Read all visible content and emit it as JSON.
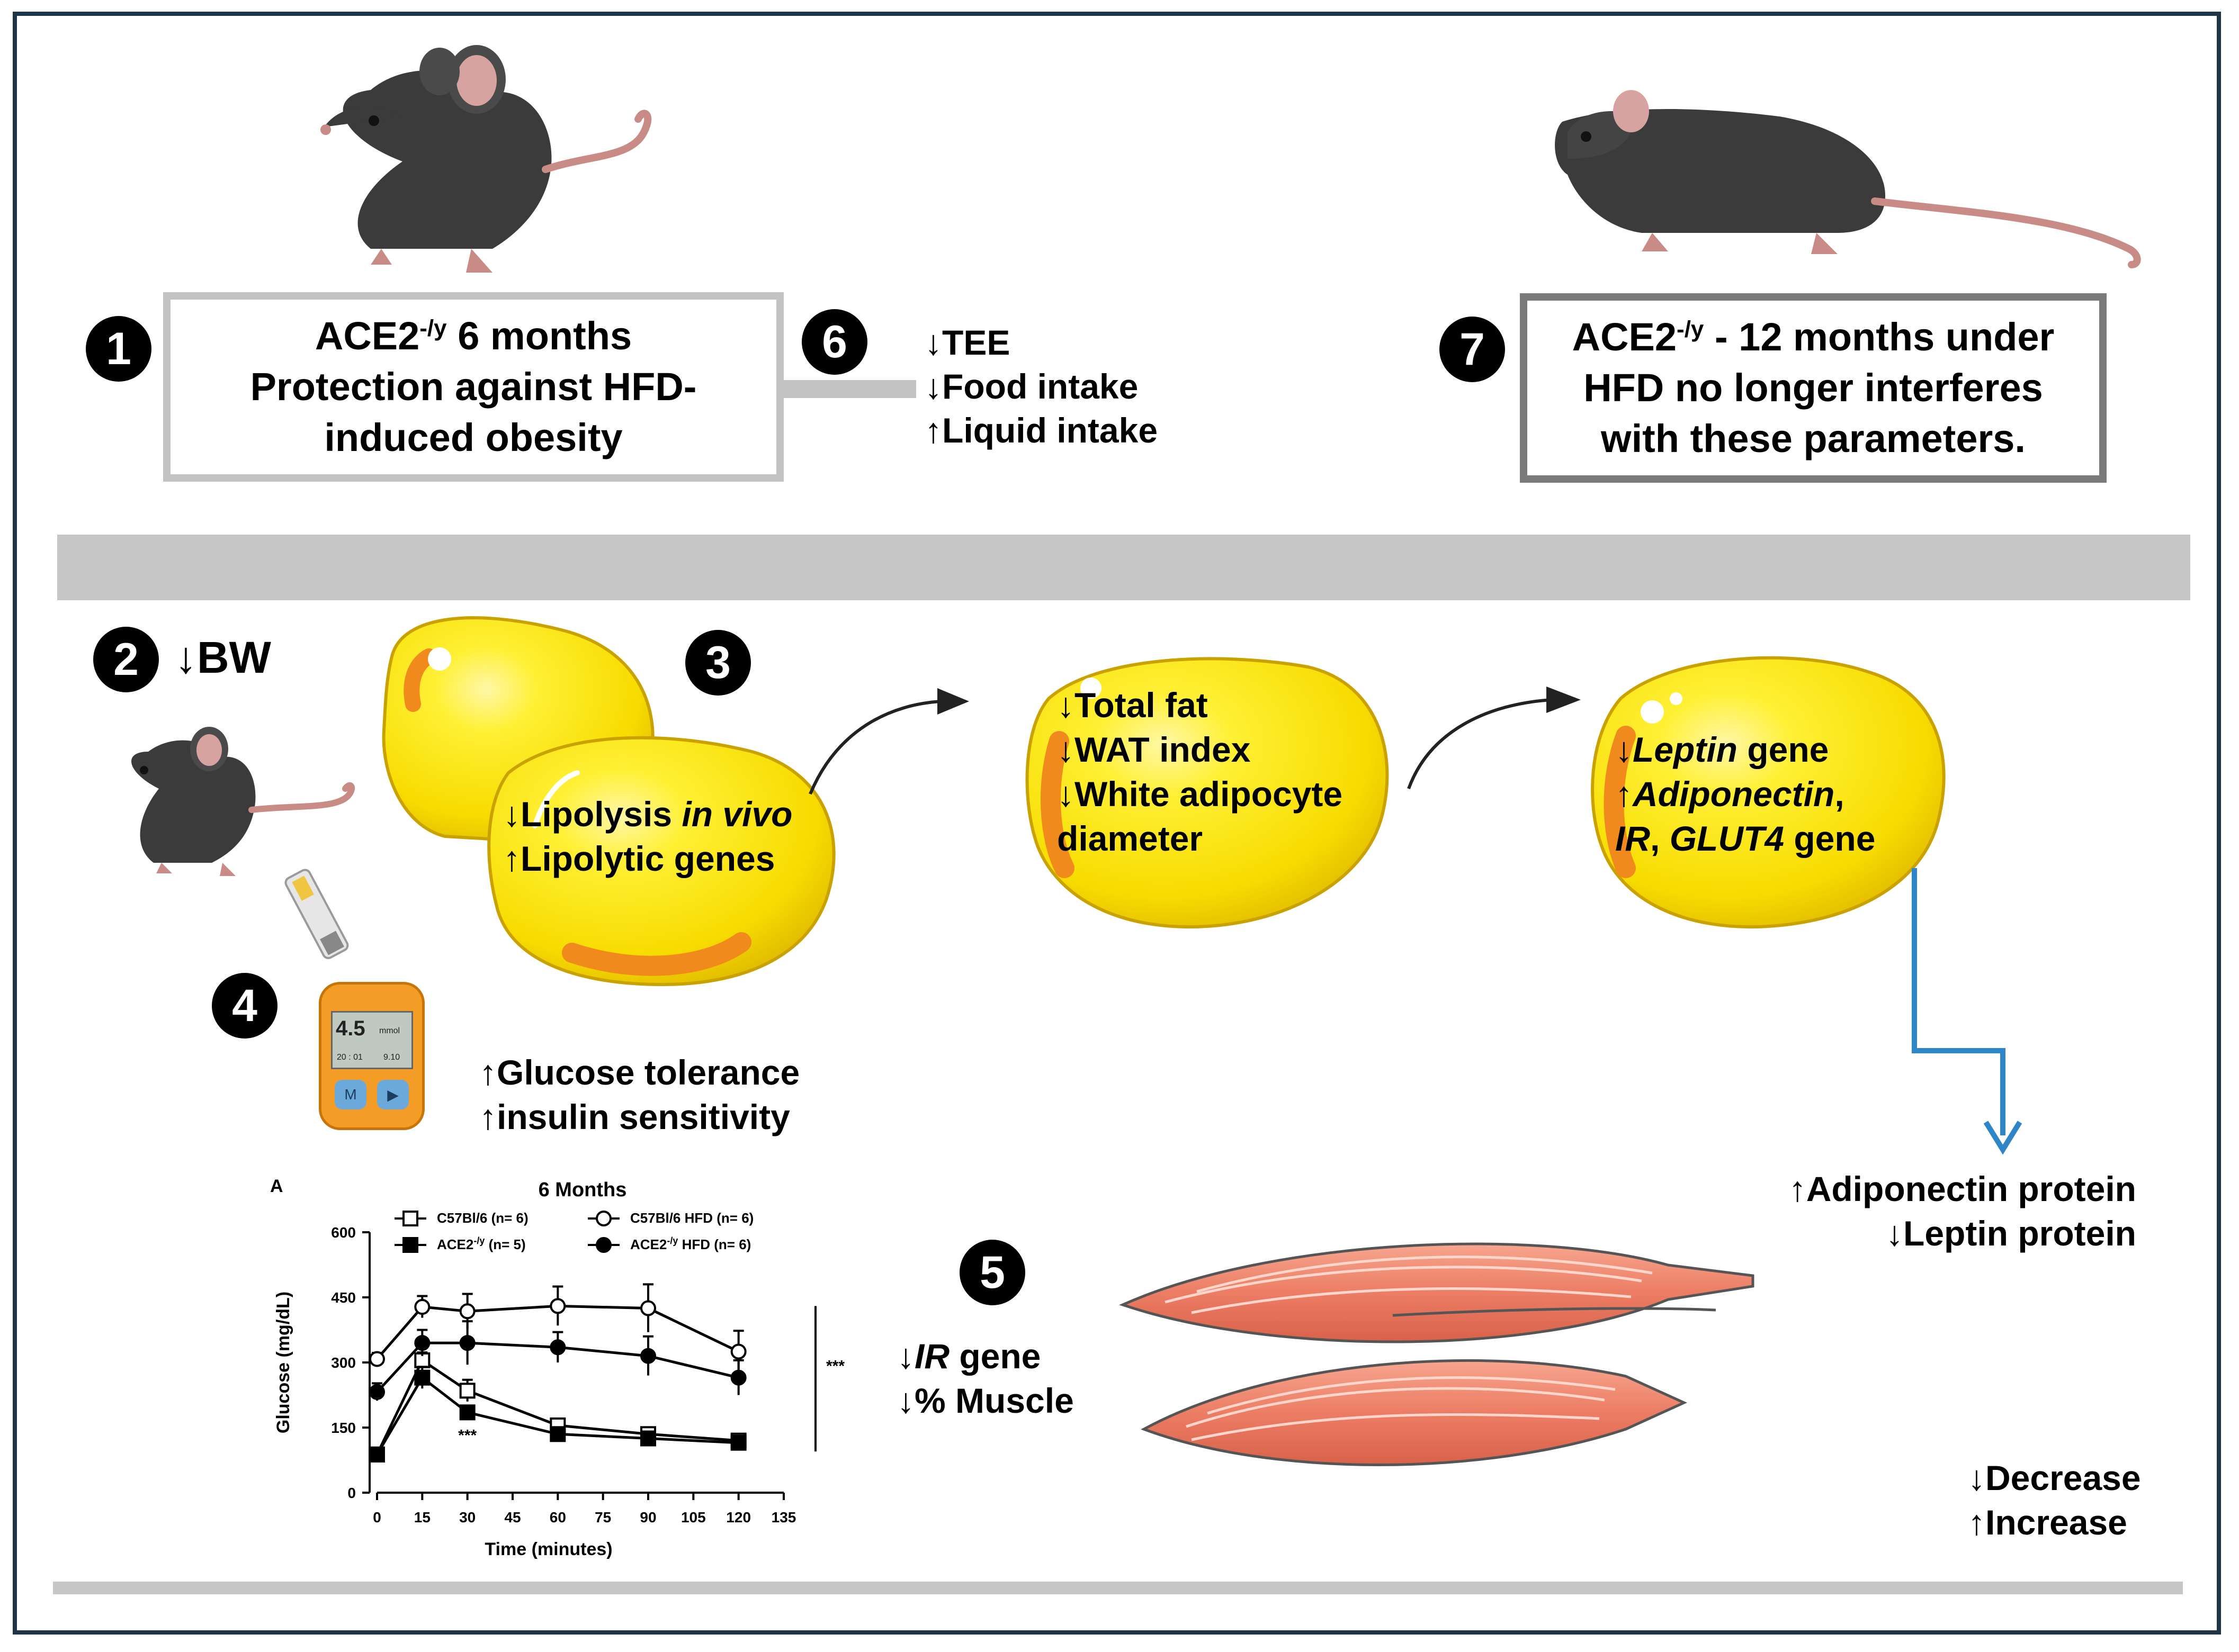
{
  "markers": {
    "m1": "1",
    "m2": "2",
    "m3": "3",
    "m4": "4",
    "m5": "5",
    "m6": "6",
    "m7": "7"
  },
  "box1": {
    "line1_pre": "ACE2",
    "line1_sup": "-/y",
    "line1_post": " 6 months",
    "line2": "Protection against HFD-",
    "line3": "induced obesity"
  },
  "box7": {
    "line1_pre": "ACE2",
    "line1_sup": "-/y",
    "line1_post": " - 12 months under",
    "line2": "HFD no longer interferes",
    "line3": "with these parameters."
  },
  "effects6": [
    "↓TEE",
    "↓Food intake",
    "↑Liquid intake"
  ],
  "bw": "↓BW",
  "cell1": {
    "line1_pre": "↓Lipolysis ",
    "line1_em": "in vivo",
    "line2": "↑Lipolytic genes"
  },
  "cell2": [
    "↓Total fat",
    "↓WAT index",
    "↓White adipocyte",
    "diameter"
  ],
  "cell3": {
    "l1_arrow": "↓",
    "l1_em": "Leptin",
    "l1_post": " gene",
    "l2_arrow": "↑",
    "l2_em": "Adiponectin",
    "l2_post": ",",
    "l3_em1": "IR",
    "l3_mid": ", ",
    "l3_em2": "GLUT4",
    "l3_post": " gene"
  },
  "glucose": [
    "↑Glucose tolerance",
    "↑insulin sensitivity"
  ],
  "meter": {
    "reading": "4.5",
    "unit": "mmol",
    "time": "20 : 01",
    "date": "9.10",
    "btn_m": "M",
    "btn_play": "▶"
  },
  "protein": [
    "↑Adiponectin protein",
    "↓Leptin protein"
  ],
  "muscle": {
    "l1_arrow": "↓",
    "l1_em": "IR",
    "l1_post": " gene",
    "l2": "↓%  Muscle"
  },
  "legend": [
    "↓Decrease",
    "↑Increase"
  ],
  "chart_data": {
    "type": "line",
    "panel_label": "A",
    "title": "6 Months",
    "xlabel": "Time (minutes)",
    "ylabel": "Glucose (mg/dL)",
    "xlim": [
      0,
      135
    ],
    "ylim": [
      0,
      600
    ],
    "xticks": [
      0,
      15,
      30,
      45,
      60,
      75,
      90,
      105,
      120,
      135
    ],
    "yticks": [
      0,
      150,
      300,
      450,
      600
    ],
    "x": [
      0,
      15,
      30,
      60,
      90,
      120
    ],
    "series": [
      {
        "name": "C57Bl/6 (n= 6)",
        "marker": "open-square",
        "values": [
          88,
          305,
          235,
          155,
          135,
          120
        ]
      },
      {
        "name": "ACE2",
        "name_sup": "-/y",
        "name_post": " (n= 5)",
        "marker": "filled-square",
        "values": [
          88,
          265,
          185,
          135,
          125,
          115
        ]
      },
      {
        "name": "C57Bl/6 HFD (n= 6)",
        "marker": "open-circle",
        "values": [
          308,
          428,
          418,
          430,
          425,
          325
        ]
      },
      {
        "name": "ACE2",
        "name_sup": "-/y",
        "name_post": " HFD (n= 6)",
        "marker": "filled-circle",
        "values": [
          232,
          345,
          345,
          335,
          315,
          265
        ]
      }
    ],
    "annotations": [
      "***",
      "***"
    ]
  }
}
